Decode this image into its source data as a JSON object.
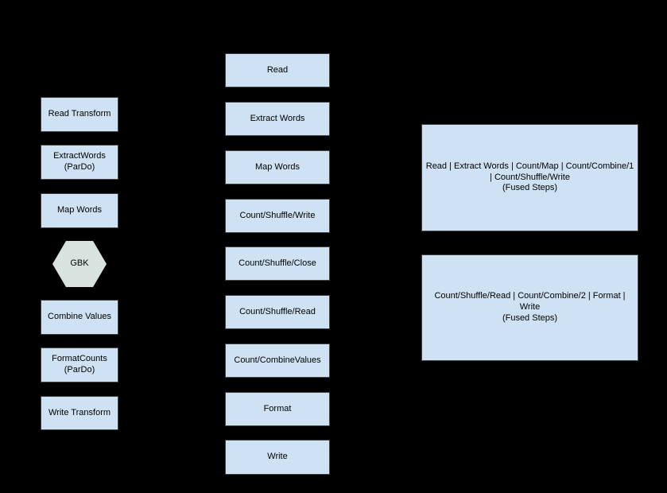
{
  "colors": {
    "background": "#000000",
    "box-fill": "#cfe2f3",
    "box-border": "#434343",
    "hex-fill": "#d8e2df",
    "text": "#000000"
  },
  "diagram": {
    "left_column": {
      "nodes": [
        {
          "label": "Read Transform",
          "shape": "rect"
        },
        {
          "label": "ExtractWords\n(ParDo)",
          "shape": "rect"
        },
        {
          "label": "Map Words",
          "shape": "rect"
        },
        {
          "label": "GBK",
          "shape": "hexagon"
        },
        {
          "label": "Combine Values",
          "shape": "rect"
        },
        {
          "label": "FormatCounts\n(ParDo)",
          "shape": "rect"
        },
        {
          "label": "Write Transform",
          "shape": "rect"
        }
      ]
    },
    "middle_column": {
      "nodes": [
        {
          "label": "Read",
          "shape": "rect"
        },
        {
          "label": "Extract Words",
          "shape": "rect"
        },
        {
          "label": "Map Words",
          "shape": "rect"
        },
        {
          "label": "Count/Shuffle/Write",
          "shape": "rect"
        },
        {
          "label": "Count/Shuffle/Close",
          "shape": "rect"
        },
        {
          "label": "Count/Shuffle/Read",
          "shape": "rect"
        },
        {
          "label": "Count/CombineValues",
          "shape": "rect"
        },
        {
          "label": "Format",
          "shape": "rect"
        },
        {
          "label": "Write",
          "shape": "rect"
        }
      ]
    },
    "right_column": {
      "nodes": [
        {
          "label": "Read | Extract Words | Count/Map | Count/Combine/1\n| Count/Shuffle/Write\n(Fused Steps)",
          "shape": "rect"
        },
        {
          "label": "Count/Shuffle/Read | Count/Combine/2 | Format |\nWrite\n(Fused Steps)",
          "shape": "rect"
        }
      ]
    }
  }
}
